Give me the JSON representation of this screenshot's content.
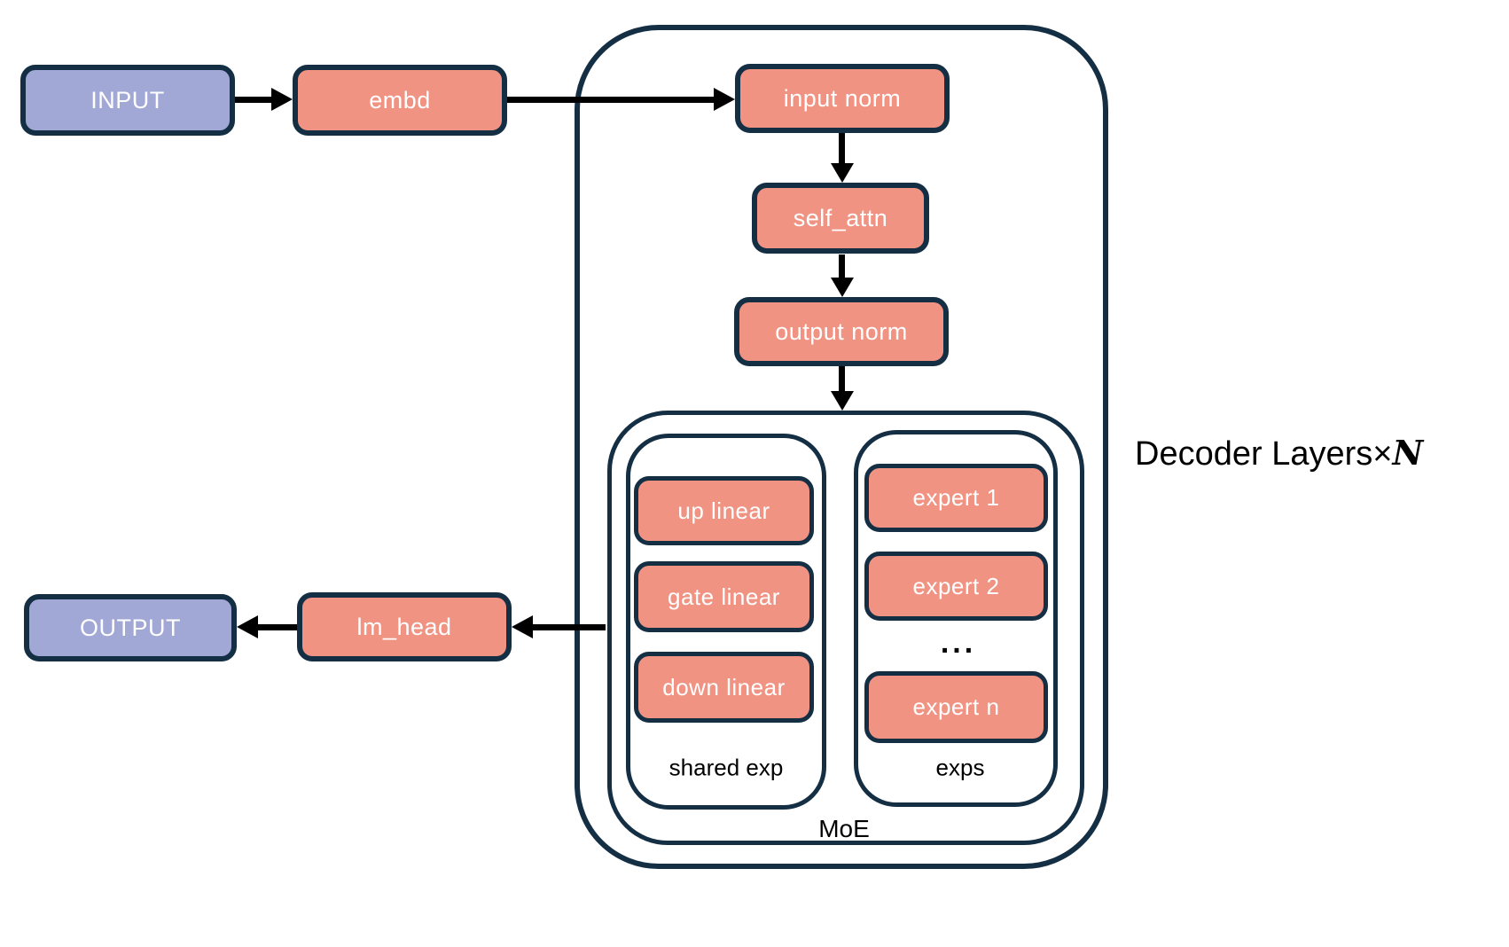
{
  "diagram": {
    "nodes": {
      "input": "INPUT",
      "embd": "embd",
      "input_norm": "input norm",
      "self_attn": "self_attn",
      "output_norm": "output norm",
      "up_linear": "up linear",
      "gate_linear": "gate linear",
      "down_linear": "down linear",
      "expert_1": "expert 1",
      "expert_2": "expert 2",
      "expert_ellipsis": "...",
      "expert_n": "expert n",
      "lm_head": "lm_head",
      "output": "OUTPUT"
    },
    "labels": {
      "shared_exp": "shared exp",
      "exps": "exps",
      "moe": "MoE",
      "decoder_layers_prefix": "Decoder Layers",
      "times": "×",
      "n": "N"
    },
    "colors": {
      "block_fill": "#F09383",
      "io_fill": "#A2A8D5",
      "border": "#142E44",
      "arrow": "#000000",
      "text_light": "#FFFFFF",
      "text_dark": "#000000"
    }
  }
}
